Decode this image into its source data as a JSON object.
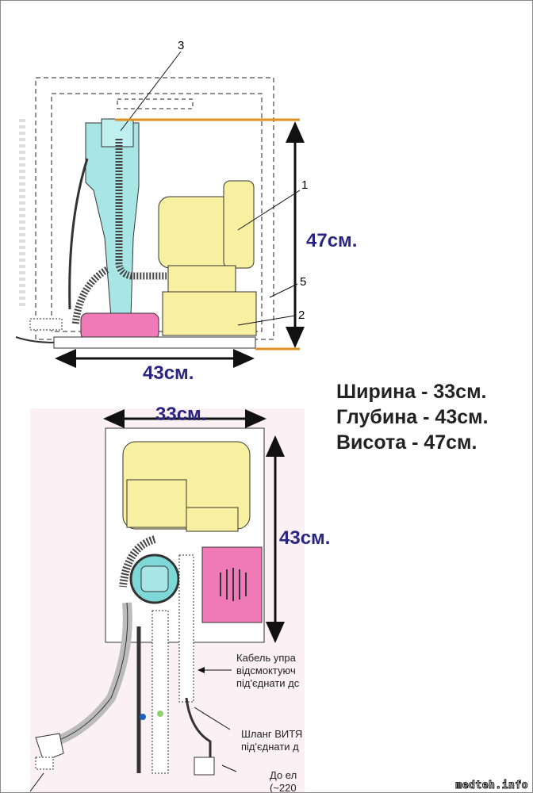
{
  "side_view": {
    "callouts": [
      "3",
      "1",
      "5",
      "2"
    ],
    "height_dim": "47см.",
    "depth_dim": "43см."
  },
  "top_view": {
    "width_dim": "33см.",
    "depth_dim": "43см.",
    "notes": [
      {
        "line1": "Кабель упра",
        "line2": "відсмоктуюч",
        "line3": "під'єднати дс"
      },
      {
        "line1": "Шланг ВИТЯ",
        "line2": "під'єднати д"
      },
      {
        "line1": "До ел",
        "line2": "(~220"
      }
    ]
  },
  "specs": {
    "width": "Ширина - 33см.",
    "depth": "Глубина - 43см.",
    "height": "Висота - 47см."
  },
  "watermark": "medteh.info",
  "colors": {
    "cyan": "#a8e6e6",
    "yellow": "#f7f0a0",
    "pink": "#f07ab8",
    "dimension": "#2a2580",
    "orange": "#e09020"
  }
}
